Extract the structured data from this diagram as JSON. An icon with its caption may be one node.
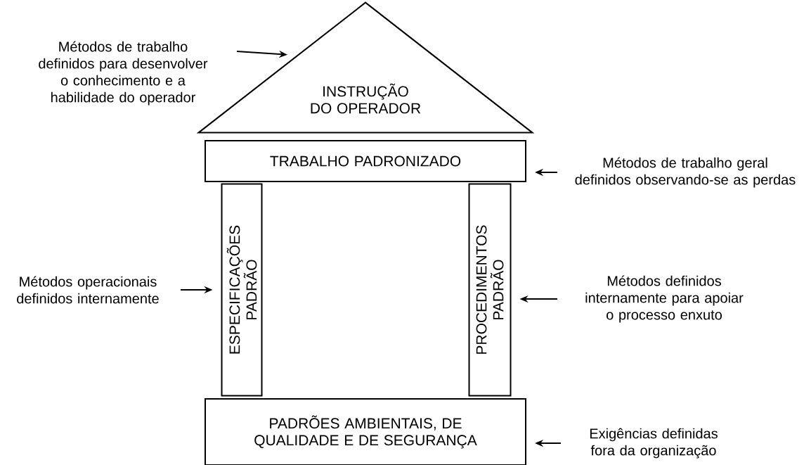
{
  "diagram": {
    "nodes": [
      {
        "text": [
          "INSTRUÇÃO DO OPERADOR"
        ]
      },
      {
        "text": [
          "TRABALHO PADRONIZADO"
        ]
      },
      {
        "text": [
          "ESPECIFICAÇÕES PADRÃO"
        ]
      },
      {
        "text": [
          "PROCEDIMENTOS PADRÃO"
        ]
      },
      {
        "text": [
          "PADRÕES AMBIENTAIS, DE QUALIDADE E DE SEGURANÇA"
        ]
      },
      {
        "text": [
          "Métodos de trabalho definidos para desenvolver o conhecimento e a habilidade do operador"
        ]
      },
      {
        "text": [
          "Métodos de trabalho geral definidos observando-se as perdas"
        ]
      },
      {
        "text": [
          "Métodos operacionais definidos internamente"
        ]
      },
      {
        "text": [
          "Métodos definidos internamente para apoiar o processo enxuto"
        ]
      },
      {
        "text": [
          "Exigências definidas fora da organização"
        ]
      }
    ],
    "edges": [
      {
        "from": 5,
        "to": 0,
        "arrow": "to"
      },
      {
        "from": 6,
        "to": 1,
        "arrow": "to"
      },
      {
        "from": 7,
        "to": 2,
        "arrow": "to"
      },
      {
        "from": 8,
        "to": 3,
        "arrow": "to"
      },
      {
        "from": 9,
        "to": 4,
        "arrow": "to"
      }
    ]
  }
}
